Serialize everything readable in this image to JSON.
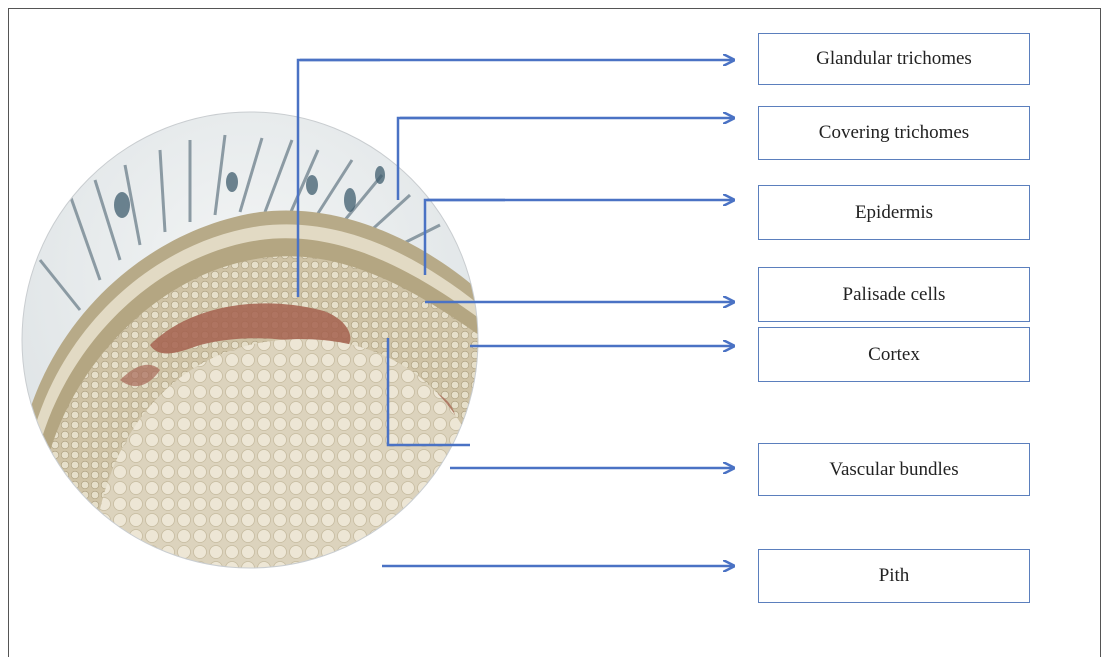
{
  "diagram": {
    "labels": [
      "Glandular trichomes",
      "Covering trichomes",
      "Epidermis",
      "Palisade cells",
      "Cortex",
      "Vascular bundles",
      "Pith"
    ],
    "colors": {
      "arrow": "#4a72c4",
      "box_border": "#5b7fbd",
      "pith_cell": "#e9e2cf",
      "cortex_tissue": "#d8ccb0",
      "vascular": "#a4614f",
      "lens_background": "#eef2f3"
    }
  }
}
